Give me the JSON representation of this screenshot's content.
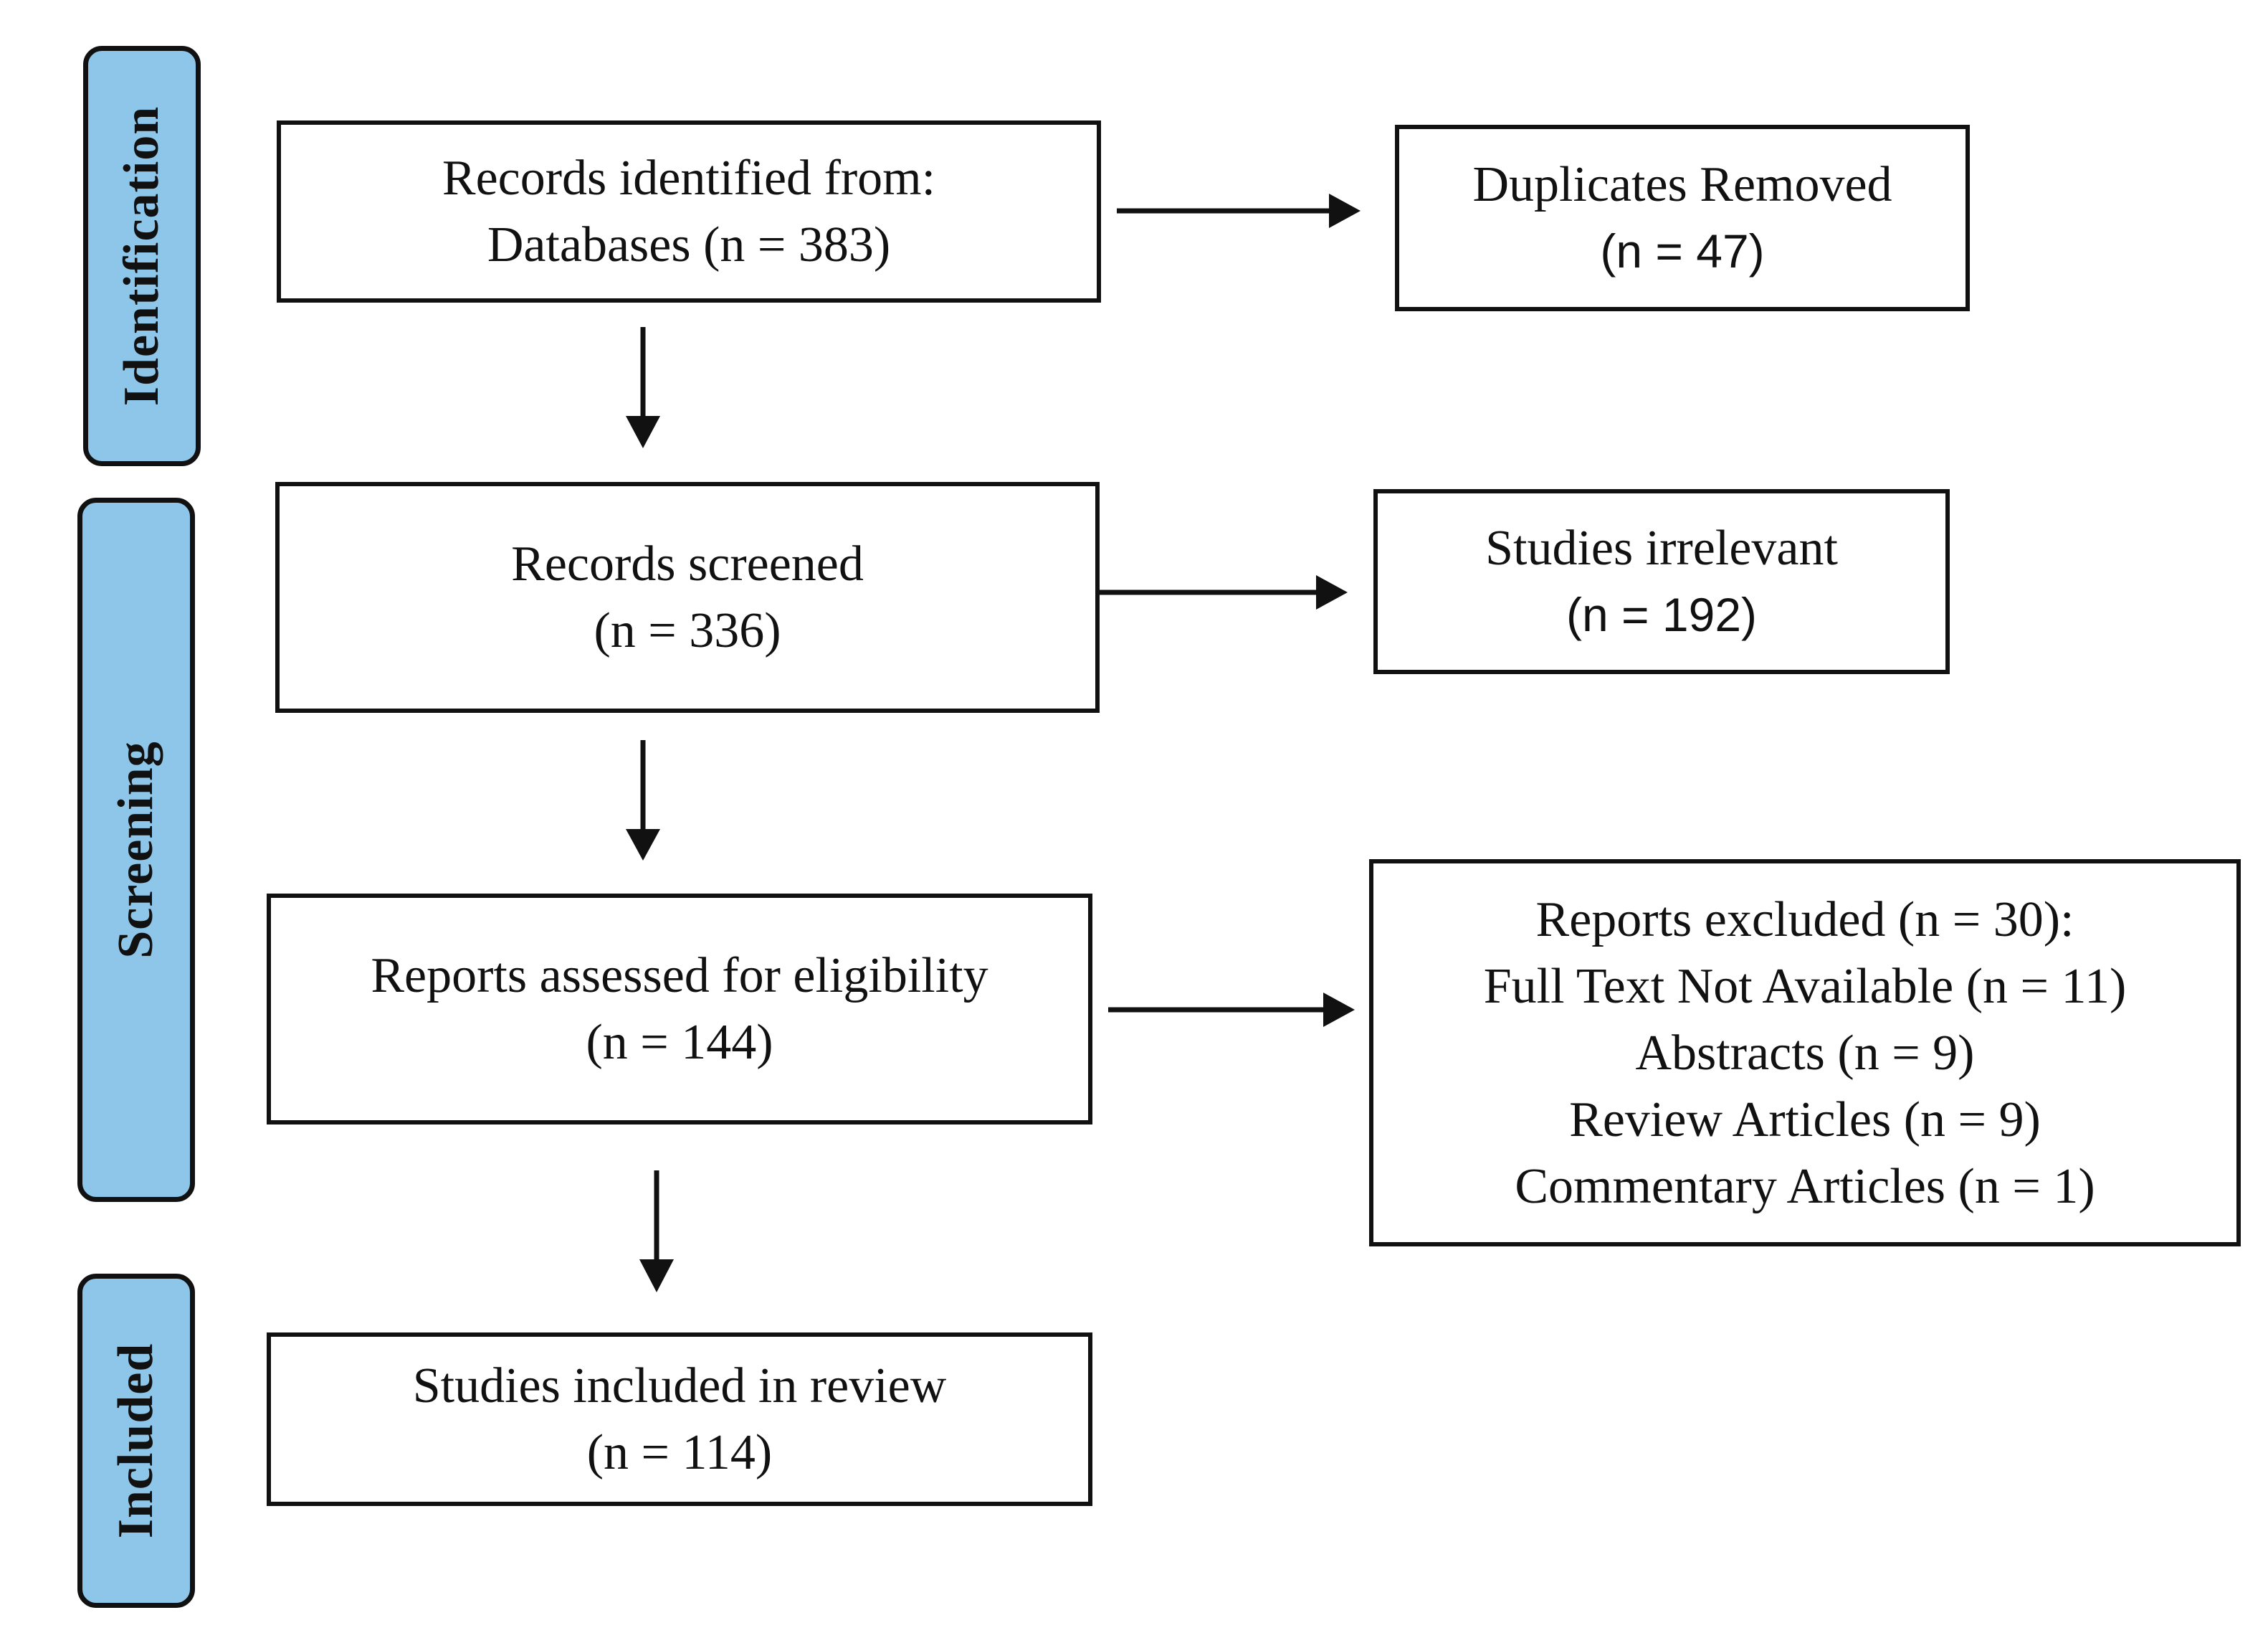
{
  "phases": {
    "identification": "Identification",
    "screening": "Screening",
    "included": "Included"
  },
  "boxes": {
    "records_identified": {
      "line1": "Records identified from:",
      "line2": "Databases (n = 383)"
    },
    "duplicates_removed": {
      "line1": "Duplicates Removed",
      "line2": "(n = 47)"
    },
    "records_screened": {
      "line1": "Records screened",
      "line2": "(n = 336)"
    },
    "studies_irrelevant": {
      "line1": "Studies irrelevant",
      "line2": "(n = 192)"
    },
    "reports_assessed": {
      "line1": "Reports assessed for eligibility",
      "line2": "(n = 144)"
    },
    "reports_excluded": {
      "line1": "Reports excluded (n = 30):",
      "reasons": [
        "Full Text Not Available (n = 11)",
        "Abstracts (n = 9)",
        "Review Articles (n = 9)",
        "Commentary Articles (n = 1)"
      ]
    },
    "studies_included": {
      "line1": "Studies included in review",
      "line2": "(n = 114)"
    }
  },
  "colors": {
    "phase_fill": "#8ec6ea",
    "stroke": "#111111",
    "background": "#ffffff"
  }
}
